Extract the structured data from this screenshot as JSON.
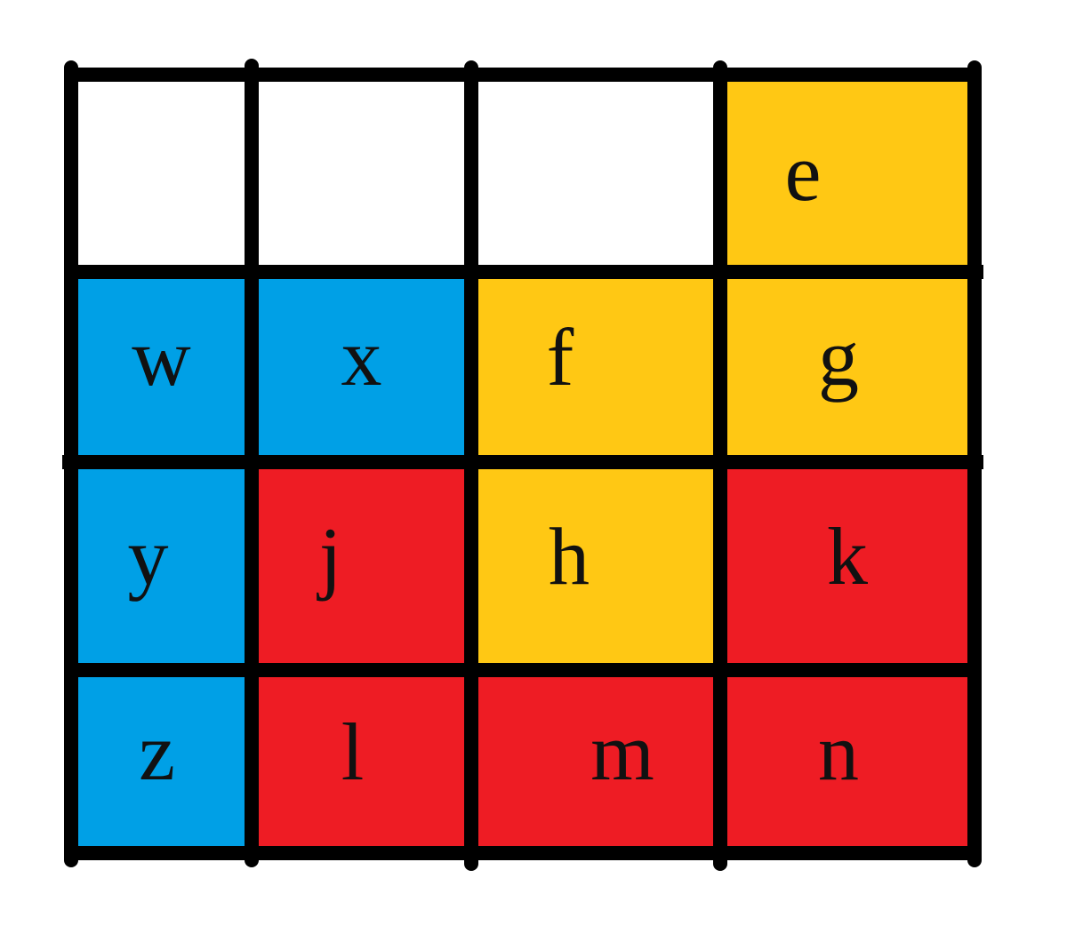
{
  "colors": {
    "blue": "#00a0e6",
    "yellow": "#ffc814",
    "red": "#ee1c24",
    "white": "#ffffff",
    "line": "#000000"
  },
  "grid": {
    "rows": 4,
    "cols": 4,
    "cells": [
      {
        "row": 0,
        "col": 0,
        "fill": "white",
        "label": ""
      },
      {
        "row": 0,
        "col": 1,
        "fill": "white",
        "label": ""
      },
      {
        "row": 0,
        "col": 2,
        "fill": "white",
        "label": ""
      },
      {
        "row": 0,
        "col": 3,
        "fill": "yellow",
        "label": "e"
      },
      {
        "row": 1,
        "col": 0,
        "fill": "blue",
        "label": "w"
      },
      {
        "row": 1,
        "col": 1,
        "fill": "blue",
        "label": "x"
      },
      {
        "row": 1,
        "col": 2,
        "fill": "yellow",
        "label": "f"
      },
      {
        "row": 1,
        "col": 3,
        "fill": "yellow",
        "label": "g"
      },
      {
        "row": 2,
        "col": 0,
        "fill": "blue",
        "label": "y"
      },
      {
        "row": 2,
        "col": 1,
        "fill": "red",
        "label": "j"
      },
      {
        "row": 2,
        "col": 2,
        "fill": "yellow",
        "label": "h"
      },
      {
        "row": 2,
        "col": 3,
        "fill": "red",
        "label": "k"
      },
      {
        "row": 3,
        "col": 0,
        "fill": "blue",
        "label": "z"
      },
      {
        "row": 3,
        "col": 1,
        "fill": "red",
        "label": "l"
      },
      {
        "row": 3,
        "col": 2,
        "fill": "red",
        "label": "m"
      },
      {
        "row": 3,
        "col": 3,
        "fill": "red",
        "label": "n"
      }
    ]
  }
}
